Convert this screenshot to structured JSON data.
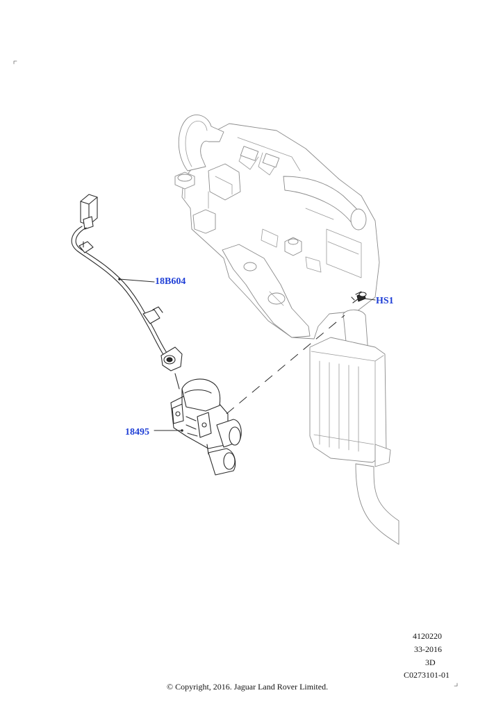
{
  "callouts": {
    "harness": "18B604",
    "valve": "18495",
    "screw": "HS1"
  },
  "footer": {
    "ref_code": "4120220",
    "date_code": "33-2016",
    "view": "3D",
    "illustration_id": "C0273101-01",
    "copyright": "© Copyright, 2016. Jaguar Land Rover Limited."
  }
}
